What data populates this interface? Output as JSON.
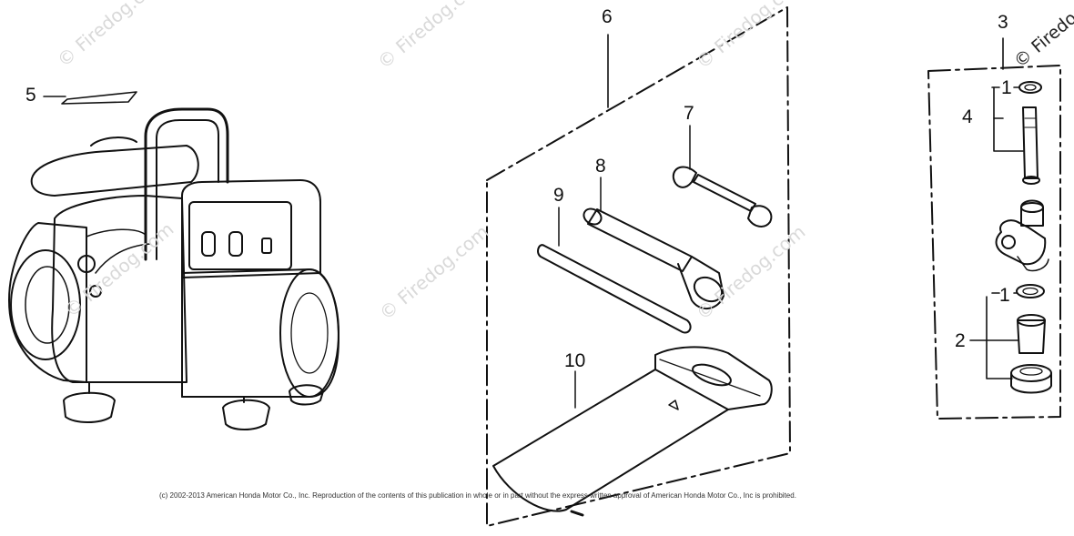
{
  "watermark": "© Firedog.com",
  "watermark_partial": "© Firedo",
  "copyright": "(c) 2002-2013 American Honda Motor Co., Inc. Reproduction of the contents of this publication in whole or in part without the express written approval of American Honda Motor Co., Inc is prohibited.",
  "callouts": {
    "c1a": "1",
    "c1b": "1",
    "c2": "2",
    "c3": "3",
    "c4": "4",
    "c5": "5",
    "c6": "6",
    "c7": "7",
    "c8": "8",
    "c9": "9",
    "c10": "10"
  }
}
